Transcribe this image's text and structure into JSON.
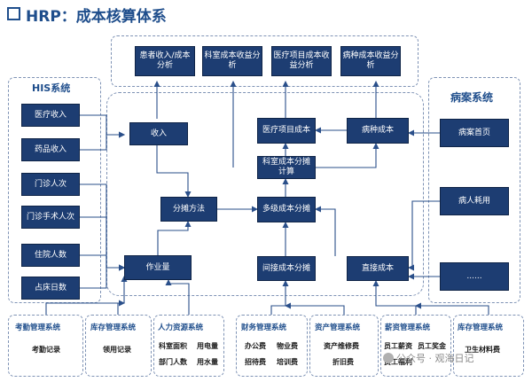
{
  "title": "HRP：成本核算体系",
  "reports": [
    "患者收入/成本分析",
    "科室成本收益分析",
    "医疗项目成本收益分析",
    "病种成本收益分析"
  ],
  "his": {
    "label": "HIS系统",
    "items": [
      "医疗收入",
      "药品收入",
      "门诊人次",
      "门诊手术人次",
      "住院人数",
      "占床日数"
    ]
  },
  "emr": {
    "label": "病案系统",
    "items": [
      "病案首页",
      "病人耗用",
      "......"
    ]
  },
  "core": {
    "income": "收入",
    "allocation_method": "分摊方法",
    "workload": "作业量",
    "medical_item_cost": "医疗项目成本",
    "dept_cost_allocation": "科室成本分摊计算",
    "multilevel_allocation": "多级成本分摊",
    "indirect_allocation": "间接成本分摊",
    "disease_cost": "病种成本",
    "direct_cost": "直接成本"
  },
  "bottom": {
    "attendance": {
      "title": "考勤管理系统",
      "items": [
        "考勤记录"
      ]
    },
    "inventory": {
      "title": "库存管理系统",
      "items": [
        "领用记录"
      ]
    },
    "hr": {
      "title": "人力资源系统",
      "items": [
        "科室面积",
        "用电量",
        "部门人数",
        "用水量"
      ]
    },
    "finance": {
      "title": "财务管理系统",
      "items": [
        "办公费",
        "物业费",
        "招待费",
        "培训费"
      ]
    },
    "assets": {
      "title": "资产管理系统",
      "items": [
        "资产维修费",
        "折旧费"
      ]
    },
    "payroll": {
      "title": "薪资管理系统",
      "items": [
        "员工薪资",
        "员工奖金",
        "员工福利"
      ]
    },
    "inventory2": {
      "title": "库存管理系统",
      "items": [
        "卫生材料费"
      ]
    }
  },
  "watermark": "公众号 · 观海日记"
}
